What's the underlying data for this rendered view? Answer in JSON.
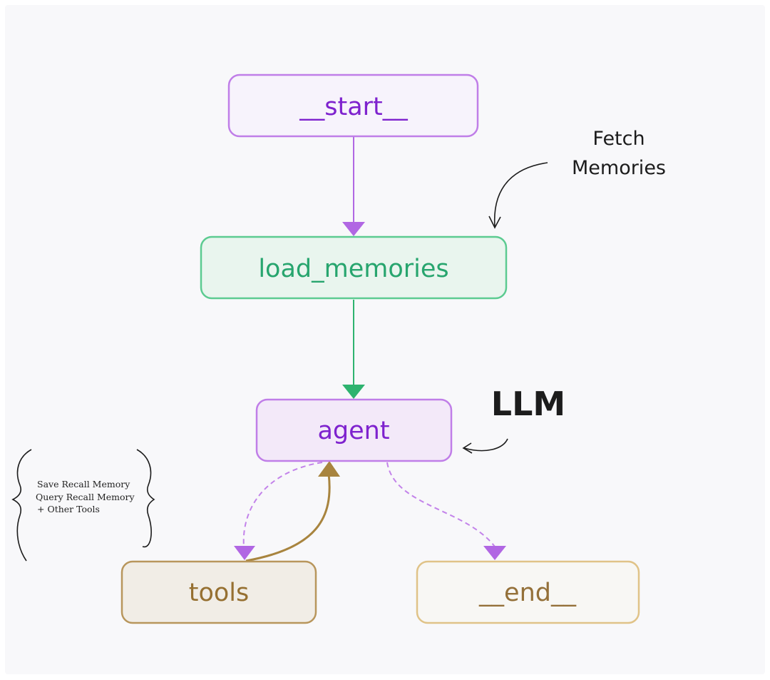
{
  "nodes": {
    "start": {
      "label": "__start__",
      "text_color": "#7e22ce",
      "stroke": "#c07ee8",
      "fill": "#f7f3fc"
    },
    "load_memories": {
      "label": "load_memories",
      "text_color": "#27a56e",
      "stroke": "#5ccb91",
      "fill": "#e9f5ee"
    },
    "agent": {
      "label": "agent",
      "text_color": "#7e22ce",
      "stroke": "#c07ee8",
      "fill": "#f3e9f9"
    },
    "tools": {
      "label": "tools",
      "text_color": "#967031",
      "stroke": "#b8965c",
      "fill": "#f1ede6"
    },
    "end": {
      "label": "__end__",
      "text_color": "#947039",
      "stroke": "#e0c388",
      "fill": "#f8f7f4"
    }
  },
  "annotations": {
    "fetch_line1": "Fetch",
    "fetch_line2": "Memories",
    "llm": "LLM",
    "tools_note_line1": "Save Recall Memory",
    "tools_note_line2": "Query Recall Memory",
    "tools_note_line3": "+ Other Tools"
  },
  "colors": {
    "background": "#f8f8fa",
    "edge_purple": "#b167e3",
    "edge_green": "#2eb36f",
    "edge_gold": "#a8843e"
  }
}
